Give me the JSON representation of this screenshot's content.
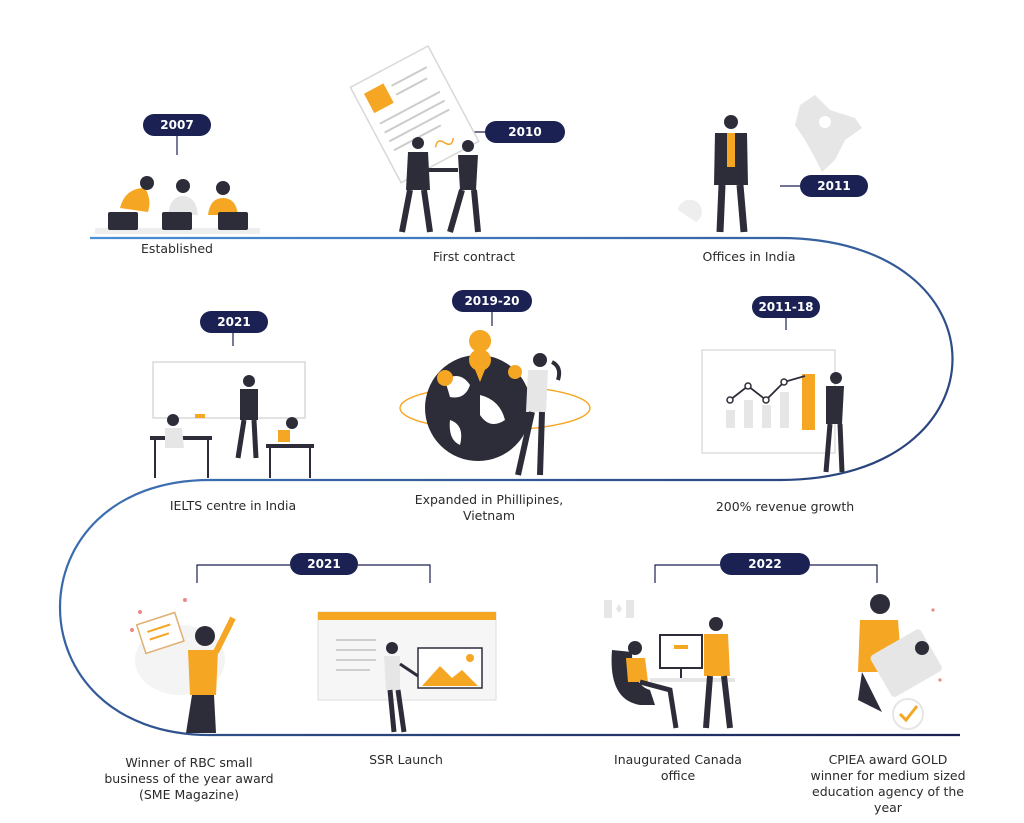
{
  "colors": {
    "accent": "#f5a623",
    "pill": "#1b2152",
    "line_start": "#4a90d9",
    "line_end": "#1b2152",
    "figure_dark": "#2d2d3a",
    "figure_light": "#e6e6e6"
  },
  "milestones": [
    {
      "year": "2007",
      "caption": "Established"
    },
    {
      "year": "2010",
      "caption": "First contract"
    },
    {
      "year": "2011",
      "caption": "Offices in India"
    },
    {
      "year": "2021",
      "caption": "IELTS centre in India"
    },
    {
      "year": "2019-20",
      "caption": "Expanded in Phillipines, Vietnam"
    },
    {
      "year": "2011-18",
      "caption": "200% revenue growth"
    },
    {
      "year": "2021",
      "caption": "Winner of RBC small business of the year award (SME Magazine)"
    },
    {
      "caption": "SSR Launch"
    },
    {
      "year": "2022",
      "caption": "Inaugurated Canada office"
    },
    {
      "caption": "CPIEA award GOLD winner for medium sized education agency of the year"
    }
  ]
}
